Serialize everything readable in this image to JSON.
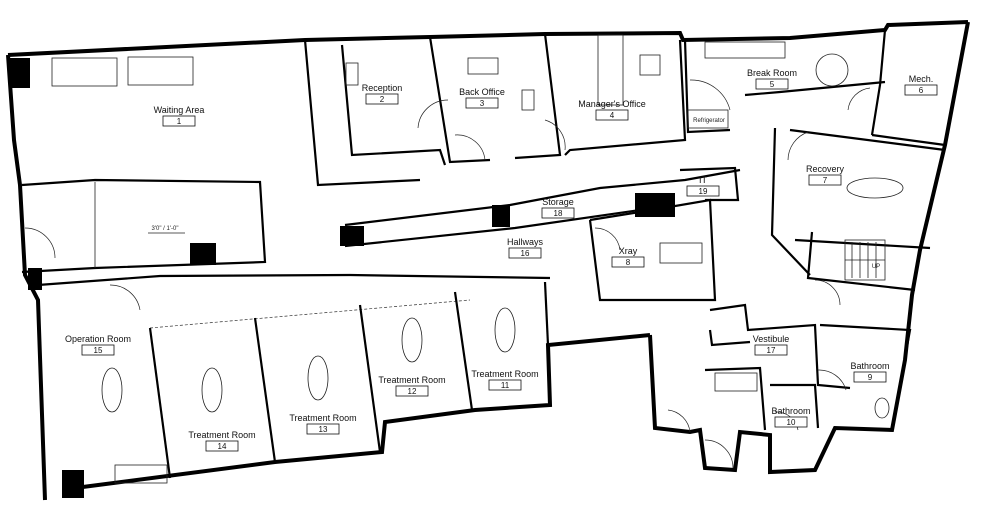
{
  "rooms": [
    {
      "name": "Waiting Area",
      "number": "1"
    },
    {
      "name": "Reception",
      "number": "2"
    },
    {
      "name": "Back Office",
      "number": "3"
    },
    {
      "name": "Manager's Office",
      "number": "4"
    },
    {
      "name": "Break Room",
      "number": "5"
    },
    {
      "name": "Mech.",
      "number": "6"
    },
    {
      "name": "Recovery",
      "number": "7"
    },
    {
      "name": "Xray",
      "number": "8"
    },
    {
      "name": "Bathroom",
      "number": "9"
    },
    {
      "name": "Bathroom",
      "number": "10"
    },
    {
      "name": "Treatment Room",
      "number": "11"
    },
    {
      "name": "Treatment Room",
      "number": "12"
    },
    {
      "name": "Treatment Room",
      "number": "13"
    },
    {
      "name": "Treatment Room",
      "number": "14"
    },
    {
      "name": "Operation Room",
      "number": "15"
    },
    {
      "name": "Hallways",
      "number": "16"
    },
    {
      "name": "Vestibule",
      "number": "17"
    },
    {
      "name": "Storage",
      "number": "18"
    },
    {
      "name": "IT",
      "number": "19"
    }
  ],
  "annotations": {
    "ramp": "3'0\" / 1'-0\"",
    "refrigerator": "Refrigerator",
    "stair_up": "UP"
  }
}
